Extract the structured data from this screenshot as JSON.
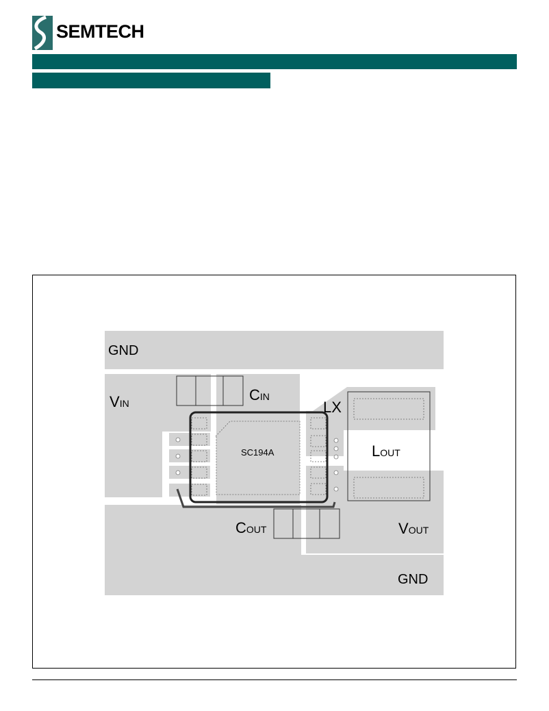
{
  "header": {
    "brand": "SEMTECH",
    "colors": {
      "brand_teal": "#01605f",
      "logo_teal": "#2a6e6c"
    }
  },
  "layout_diagram": {
    "labels": {
      "gnd_top": "GND",
      "vin_main": "V",
      "vin_sub": "IN",
      "cin_main": "C",
      "cin_sub": "IN",
      "lx": "LX",
      "chip": "SC194A",
      "lout_main": "L",
      "lout_sub": "OUT",
      "cout_main": "C",
      "cout_sub": "OUT",
      "vout_main": "V",
      "vout_sub": "OUT",
      "gnd_bottom": "GND"
    },
    "colors": {
      "copper": "#d3d3d3",
      "trace": "#333333"
    }
  }
}
